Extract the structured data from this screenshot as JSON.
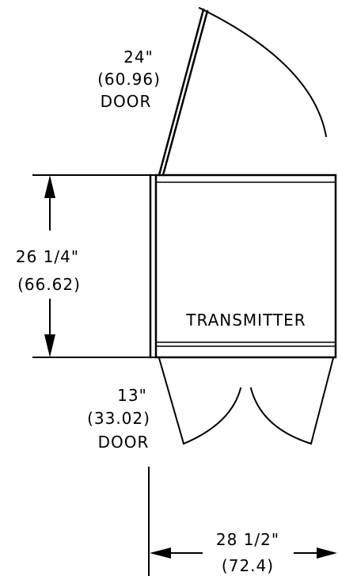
{
  "diagram": {
    "top_door": {
      "dimension": "24\"",
      "metric": "(60.96)",
      "label": "DOOR"
    },
    "height": {
      "dimension": "26 1/4\"",
      "metric": "(66.62)"
    },
    "cabinet": {
      "label": "TRANSMITTER"
    },
    "bottom_door": {
      "dimension": "13\"",
      "metric": "(33.02)",
      "label": "DOOR"
    },
    "width": {
      "dimension": "28 1/2\"",
      "metric": "(72.4)"
    },
    "colors": {
      "line": "#000000",
      "background": "#ffffff"
    }
  }
}
